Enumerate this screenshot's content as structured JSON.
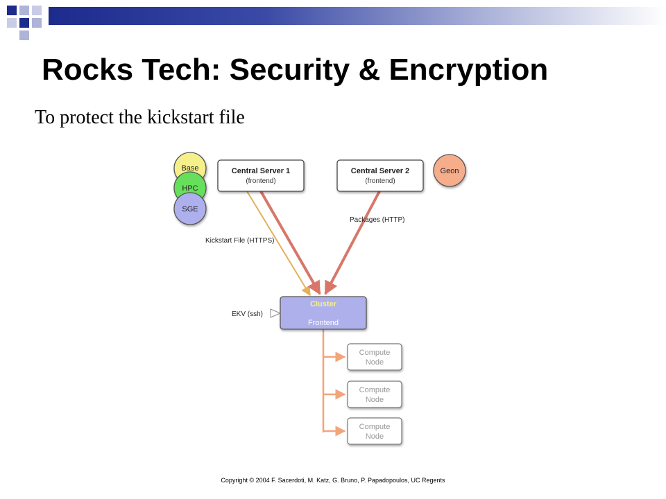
{
  "slide": {
    "title": "Rocks Tech: Security & Encryption",
    "subtitle": "To protect the kickstart file",
    "copyright": "Copyright © 2004 F. Sacerdoti, M. Katz, G. Bruno, P. Papadopoulos, UC Regents"
  },
  "colors": {
    "header_dark": "#1c2b8c",
    "roll_base": "#f6f08a",
    "roll_hpc": "#66e05a",
    "roll_sge": "#aeb0ee",
    "roll_geon": "#f6ad8c",
    "frontend_fill": "#aeb0ec",
    "arrow_https": "#e4b05c",
    "arrow_http": "#d8766a",
    "arrow_compute": "#f2a47a"
  },
  "diagram": {
    "rolls": {
      "base": "Base",
      "hpc": "HPC",
      "sge": "SGE",
      "geon": "Geon"
    },
    "server1": {
      "name": "Central Server 1",
      "role": "(frontend)"
    },
    "server2": {
      "name": "Central Server 2",
      "role": "(frontend)"
    },
    "cluster": {
      "name": "Cluster",
      "role": "Frontend"
    },
    "labels": {
      "kickstart": "Kickstart File (HTTPS)",
      "packages": "Packages (HTTP)",
      "ekv": "EKV (ssh)"
    },
    "compute_nodes": [
      {
        "line1": "Compute",
        "line2": "Node"
      },
      {
        "line1": "Compute",
        "line2": "Node"
      },
      {
        "line1": "Compute",
        "line2": "Node"
      }
    ]
  }
}
